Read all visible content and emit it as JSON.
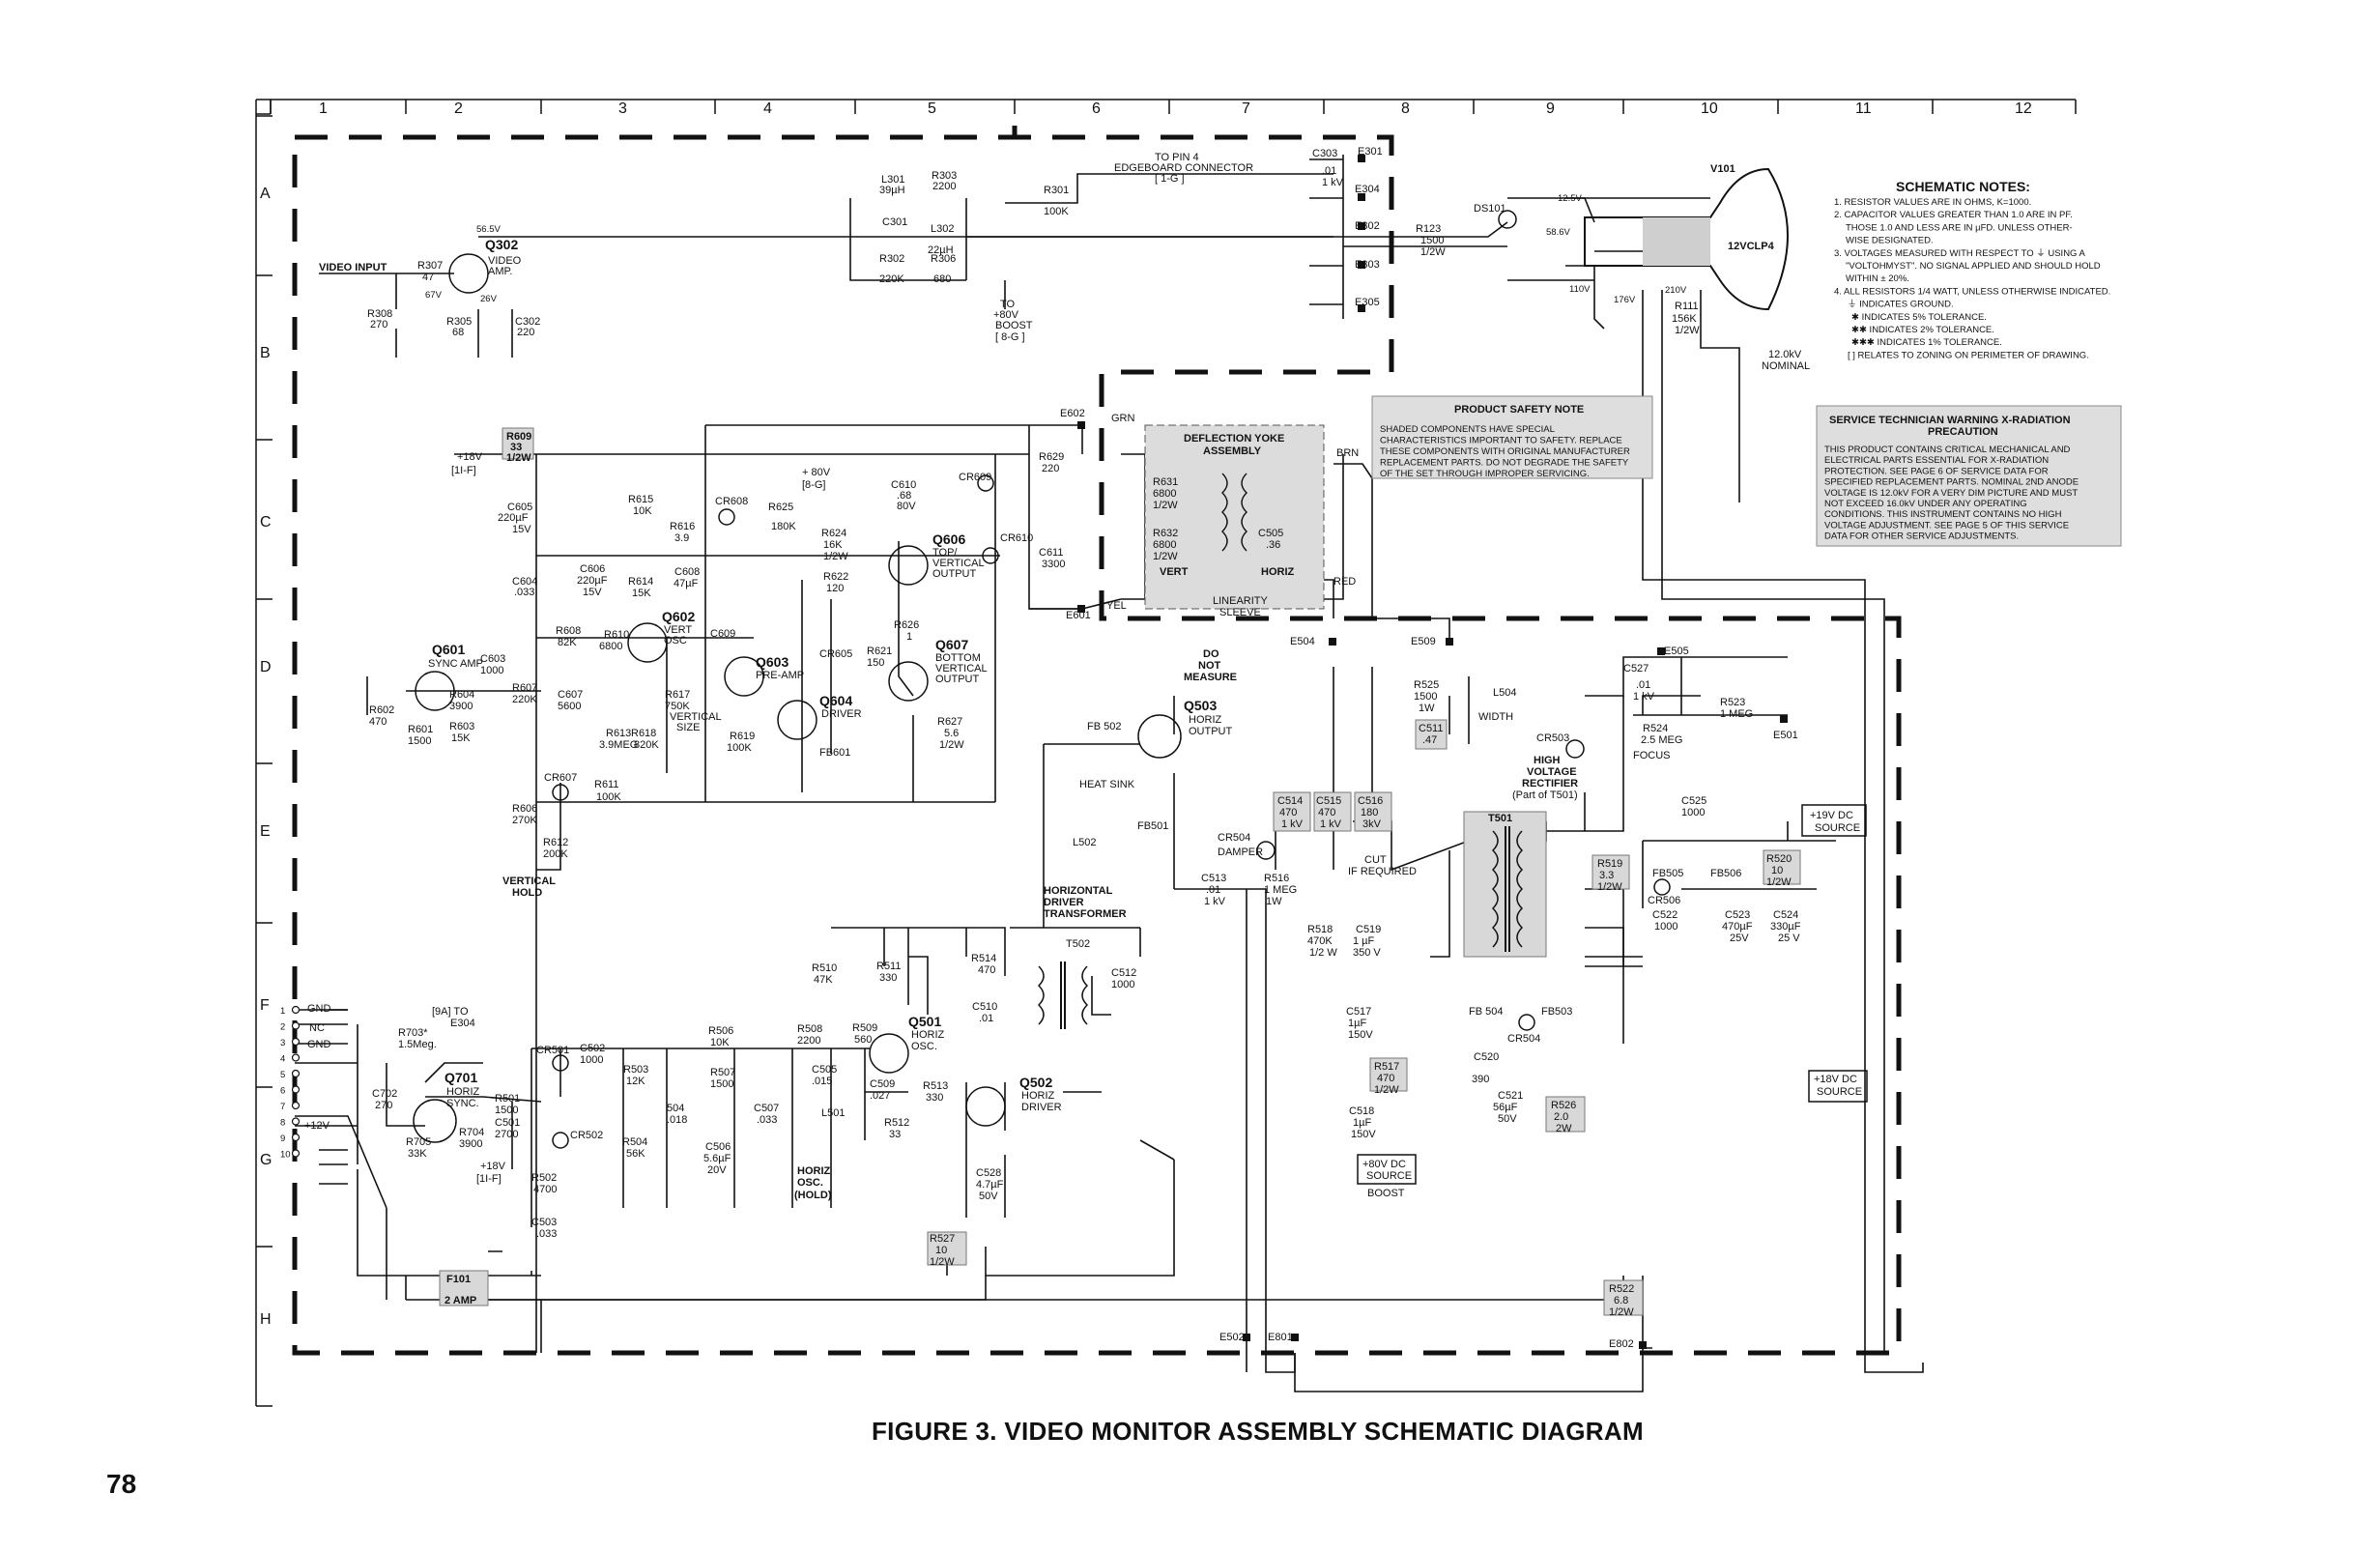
{
  "figure_caption": "FIGURE 3. VIDEO MONITOR ASSEMBLY SCHEMATIC DIAGRAM",
  "page_number": "78",
  "zones": {
    "columns": [
      "1",
      "2",
      "3",
      "4",
      "5",
      "6",
      "7",
      "8",
      "9",
      "10",
      "11",
      "12"
    ],
    "rows": [
      "A",
      "B",
      "C",
      "D",
      "E",
      "F",
      "G",
      "H"
    ]
  },
  "schematic_notes": {
    "title": "SCHEMATIC NOTES:",
    "lines": [
      "1. RESISTOR VALUES ARE IN OHMS, K=1000.",
      "2. CAPACITOR VALUES GREATER THAN 1.0 ARE IN PF.",
      "THOSE 1.0 AND LESS ARE IN µFD. UNLESS OTHER-",
      "WISE DESIGNATED.",
      "3. VOLTAGES MEASURED WITH RESPECT TO ⏚ USING A",
      "\"VOLTOHMYST\". NO SIGNAL APPLIED AND SHOULD HOLD",
      "WITHIN ± 20%.",
      "4. ALL RESISTORS 1/4 WATT, UNLESS OTHERWISE INDICATED.",
      "⏚ INDICATES GROUND.",
      "✱ INDICATES 5% TOLERANCE.",
      "✱✱ INDICATES 2% TOLERANCE.",
      "✱✱✱ INDICATES 1% TOLERANCE.",
      "[ ] RELATES TO ZONING ON PERIMETER OF DRAWING."
    ]
  },
  "product_safety_note": {
    "title": "PRODUCT SAFETY NOTE",
    "lines": [
      "SHADED COMPONENTS HAVE SPECIAL",
      "CHARACTERISTICS IMPORTANT TO SAFETY. REPLACE",
      "THESE COMPONENTS WITH ORIGINAL MANUFACTURER",
      "REPLACEMENT PARTS. DO NOT DEGRADE THE SAFETY",
      "OF THE SET THROUGH IMPROPER SERVICING."
    ]
  },
  "xray_warning": {
    "title": "SERVICE TECHNICIAN WARNING X-RADIATION",
    "title2": "PRECAUTION",
    "lines": [
      "THIS PRODUCT CONTAINS CRITICAL MECHANICAL AND",
      "ELECTRICAL PARTS ESSENTIAL FOR X-RADIATION",
      "PROTECTION. SEE PAGE 6 OF SERVICE DATA FOR",
      "SPECIFIED REPLACEMENT PARTS. NOMINAL 2ND ANODE",
      "VOLTAGE IS 12.0kV FOR A VERY DIM PICTURE AND MUST",
      "NOT EXCEED 16.0kV UNDER ANY OPERATING",
      "CONDITIONS. THIS INSTRUMENT CONTAINS NO HIGH",
      "VOLTAGE ADJUSTMENT. SEE PAGE 5 OF THIS SERVICE",
      "DATA FOR OTHER SERVICE ADJUSTMENTS."
    ]
  },
  "labels": {
    "video_input": "VIDEO INPUT",
    "q302": "Q302",
    "video_amp": "VIDEO",
    "amp": "AMP.",
    "r307": "R307",
    "r307v": "47",
    "r308": "R308",
    "r308v": "270",
    "r305": "R305",
    "r305v": "68",
    "c302": "C302",
    "c302v": "220",
    "v565": "56.5V",
    "v67": "67V",
    "v26": "26V",
    "l301": "L301",
    "l301v": "39µH",
    "r303": "R303",
    "r303v": "2200",
    "c301": "C301",
    "l302": "L302",
    "l302v": "22µH",
    "r302": "R302",
    "r302v": "220K",
    "r306": "R306",
    "r306v": "680",
    "r301": "R301",
    "r301v": "100K",
    "to80v": "TO",
    "to80v2": "+80V",
    "boost": "BOOST",
    "boostz": "[ 8-G ]",
    "topin4": "TO PIN 4",
    "edgeboard": "EDGEBOARD CONNECTOR",
    "edgez": "[ 1-G ]",
    "c303": "C303",
    "c303v": ".01",
    "c303kv": "1 kV",
    "e301": "E301",
    "e304": "E304",
    "e302": "E302",
    "e303": "E303",
    "e305": "E305",
    "r123": "R123",
    "r123v": "1500",
    "r123w": "1/2W",
    "ds101": "DS101",
    "v101": "V101",
    "crt": "12VCLP4",
    "v125": "12.5V",
    "v586": "58.6V",
    "v110": "110V",
    "v176": "176V",
    "v210": "210V",
    "r111": "R111",
    "r111v": "156K",
    "r111w": "1/2W",
    "kv12": "12.0kV",
    "nominal": "NOMINAL",
    "r609": "R609",
    "r609v": "33",
    "r609w": "1/2W",
    "p18v": "+18V",
    "p18vz": "[1I-F]",
    "c605": "C605",
    "c605v": "220µF",
    "c605kv": "15V",
    "r615": "R615",
    "r615v": "10K",
    "r616": "R616",
    "r616v": "3.9",
    "cr608": "CR608",
    "r625": "R625",
    "r625v": "180K",
    "p80v": "+ 80V",
    "p80vz": "[8-G]",
    "r624": "R624",
    "r624v": "16K",
    "r624w": "1/2W",
    "c610": "C610",
    "c610v": ".68",
    "c610kv": "80V",
    "cr609": "CR609",
    "r629": "R629",
    "r629v": "220",
    "e602": "E602",
    "grn": "GRN",
    "q606": "Q606",
    "q606a": "TOP/",
    "q606b": "VERTICAL",
    "q606c": "OUTPUT",
    "cr610": "CR610",
    "c611": "C611",
    "c611v": "3300",
    "e601": "E601",
    "yel": "YEL",
    "c604": "C604",
    "c604v": ".033",
    "c606": "C606",
    "c606v": "220µF",
    "c606kv": "15V",
    "r614": "R614",
    "r614v": "15K",
    "c608": "C608",
    "c608v": "47µF",
    "r622": "R622",
    "r622v": "120",
    "r626": "R626",
    "r626v": "1",
    "r608": "R608",
    "r608v": "82K",
    "r610": "R610",
    "r610v": "6800",
    "q602": "Q602",
    "q602a": "VERT",
    "q602b": "OSC",
    "c609": "C609",
    "q603": "Q603",
    "q603a": "PRE-AMP",
    "cr605": "CR605",
    "r621": "R621",
    "r621v": "150",
    "q607": "Q607",
    "q607a": "BOTTOM",
    "q607b": "VERTICAL",
    "q607c": "OUTPUT",
    "q601": "Q601",
    "q601a": "SYNC AMP",
    "c603": "C603",
    "c603v": "1000",
    "r607": "R607",
    "r607v": "220K",
    "r602": "R602",
    "r602v": "470",
    "r601": "R601",
    "r601v": "1500",
    "r604": "R604",
    "r604v": "3900",
    "r603": "R603",
    "r603v": "15K",
    "c607": "C607",
    "c607v": "5600",
    "r617": "R617",
    "r617v": "750K",
    "vsize1": "VERTICAL",
    "vsize2": "SIZE",
    "r613": "R613",
    "r613v": "3.9MEG",
    "r618": "R618",
    "r618v": "820K",
    "r619": "R619",
    "r619v": "100K",
    "q604": "Q604",
    "q604a": "DRIVER",
    "fb601": "FB601",
    "r627": "R627",
    "r627v": "5.6",
    "r627w": "1/2W",
    "cr607": "CR607",
    "r611": "R611",
    "r611v": "100K",
    "r606": "R606",
    "r606v": "270K",
    "r612": "R612",
    "r612v": "200K",
    "vhold1": "VERTICAL",
    "vhold2": "HOLD",
    "dy1": "DEFLECTION YOKE",
    "dy2": "ASSEMBLY",
    "brn": "BRN",
    "r631": "R631",
    "r631v": "6800",
    "r631w": "1/2W",
    "r632": "R632",
    "r632v": "6800",
    "r632w": "1/2W",
    "c505": "C505",
    "c505v": ".36",
    "vert": "VERT",
    "horiz": "HORIZ",
    "red": "RED",
    "lin1": "LINEARITY",
    "lin2": "SLEEVE",
    "e504": "E504",
    "e509": "E509",
    "donot1": "DO",
    "donot2": "NOT",
    "donot3": "MEASURE",
    "q503": "Q503",
    "q503a": "HORIZ",
    "q503b": "OUTPUT",
    "fb502": "FB 502",
    "heatsink": "HEAT SINK",
    "fb501": "FB501",
    "r525": "R525",
    "r525v": "1500",
    "r525w": "1W",
    "l504": "L504",
    "width": "WIDTH",
    "c511": "C511",
    "c511v": ".47",
    "c527": "C527",
    "c527v": ".01",
    "c527kv": "1 kV",
    "e505": "E505",
    "r523": "R523",
    "r523v": "1 MEG",
    "r524": "R524",
    "r524v": "2.5 MEG",
    "focus": "FOCUS",
    "e501": "E501",
    "cr503": "CR503",
    "hv1": "HIGH",
    "hv2": "VOLTAGE",
    "hv3": "RECTIFIER",
    "hv4": "(Part of T501)",
    "c514": "C514",
    "c514v": "470",
    "c514kv": "1 kV",
    "c515": "C515",
    "c515v": "470",
    "c515kv": "1 kV",
    "c516": "C516",
    "c516v": "180",
    "c516kv": "3kV",
    "cut1": "CUT",
    "cut2": "IF REQUIRED",
    "cr504": "CR504",
    "damper": "DAMPER",
    "t501": "T501",
    "c525": "C525",
    "c525v": "1000",
    "src19a": "+19V DC",
    "src19b": "SOURCE",
    "l502": "L502",
    "hdt1": "HORIZONTAL",
    "hdt2": "DRIVER",
    "hdt3": "TRANSFORMER",
    "c513": "C513",
    "c513v": ".01",
    "c513kv": "1 kV",
    "r516": "R516",
    "r516v": "1 MEG",
    "r516w": "1W",
    "r518": "R518",
    "r518v": "470K",
    "r518w": "1/2 W",
    "c519": "C519",
    "c519v": "1 µF",
    "c519kv": "350 V",
    "r519": "R519",
    "r519v": "3.3",
    "r519w": "1/2W",
    "fb505": "FB505",
    "fb506": "FB506",
    "cr506": "CR506",
    "r520": "R520",
    "r520v": "10",
    "r520w": "1/2W",
    "c522": "C522",
    "c522v": "1000",
    "c523": "C523",
    "c523v": "470µF",
    "c523kv": "25V",
    "c524": "C524",
    "c524v": "330µF",
    "c524kv": "25 V",
    "t502": "T502",
    "c512": "C512",
    "c512v": "1000",
    "r510": "R510",
    "r510v": "47K",
    "r511": "R511",
    "r511v": "330",
    "r514": "R514",
    "r514v": "470",
    "c510": "C510",
    "c510v": ".01",
    "c517": "C517",
    "c517v": "1µF",
    "c517kv": "150V",
    "fb504": "FB 504",
    "fb503": "FB503",
    "cr504b": "CR504",
    "c520": "C520",
    "c520v": "390",
    "c521": "C521",
    "c521v": "56µF",
    "c521kv": "50V",
    "r526": "R526",
    "r526v": "2.0",
    "r526w": "2W",
    "r517": "R517",
    "r517v": "470",
    "r517w": "1/2W",
    "src18a": "+18V DC",
    "src18b": "SOURCE",
    "c518": "C518",
    "c518v": "1µF",
    "c518kv": "150V",
    "src80a": "+80V DC",
    "src80b": "SOURCE",
    "boost2": "BOOST",
    "gnd1": "GND",
    "nc": "NC",
    "gnd2": "GND",
    "p12v": "+12V",
    "to9a": "[9A] TO",
    "toe304": "E304",
    "r703": "R703*",
    "r703v": "1.5Meg.",
    "q701": "Q701",
    "q701a": "HORIZ",
    "q701b": "SYNC.",
    "c702": "C702",
    "c702v": "270",
    "r705": "R705",
    "r705v": "33K",
    "r704": "R704",
    "r704v": "3900",
    "p18v2": "+18V",
    "p18vz2": "[1I-F]",
    "r501": "R501",
    "r501v": "1500",
    "c501": "C501",
    "c501v": "2700",
    "cr501": "CR501",
    "c502": "C502",
    "c502v": "1000",
    "cr502": "CR502",
    "r502": "R502",
    "r502v": "4700",
    "c503": "C503",
    "c503v": ".033",
    "r503": "R503",
    "r503v": "12K",
    "r504": "R504",
    "r504v": "56K",
    "c504": "504",
    "c504v": ".018",
    "r506": "R506",
    "r506v": "10K",
    "r507": "R507",
    "r507v": "1500",
    "c506": "C506",
    "c506v": "5.6µF",
    "c506kv": "20V",
    "c507": "C507",
    "c507v": ".033",
    "r508": "R508",
    "r508v": "2200",
    "c505b": "C505",
    "c505bv": ".015",
    "r509": "R509",
    "r509v": "560",
    "q501": "Q501",
    "q501a": "HORIZ",
    "q501b": "OSC.",
    "c509": "C509",
    "c509v": ".027",
    "l501": "L501",
    "r512": "R512",
    "r512v": "33",
    "r513": "R513",
    "r513v": "330",
    "hosc1": "HORIZ",
    "hosc2": "OSC.",
    "hosc3": "(HOLD)",
    "q502": "Q502",
    "q502a": "HORIZ",
    "q502b": "DRIVER",
    "c528": "C528",
    "c528v": "4.7µF",
    "c528kv": "50V",
    "r527": "R527",
    "r527v": "10",
    "r527w": "1/2W",
    "r522": "R522",
    "r522v": "6.8",
    "r522w": "1/2W",
    "f101": "F101",
    "f101v": "2 AMP",
    "e502": "E502",
    "e801": "E801",
    "e802": "E802"
  }
}
